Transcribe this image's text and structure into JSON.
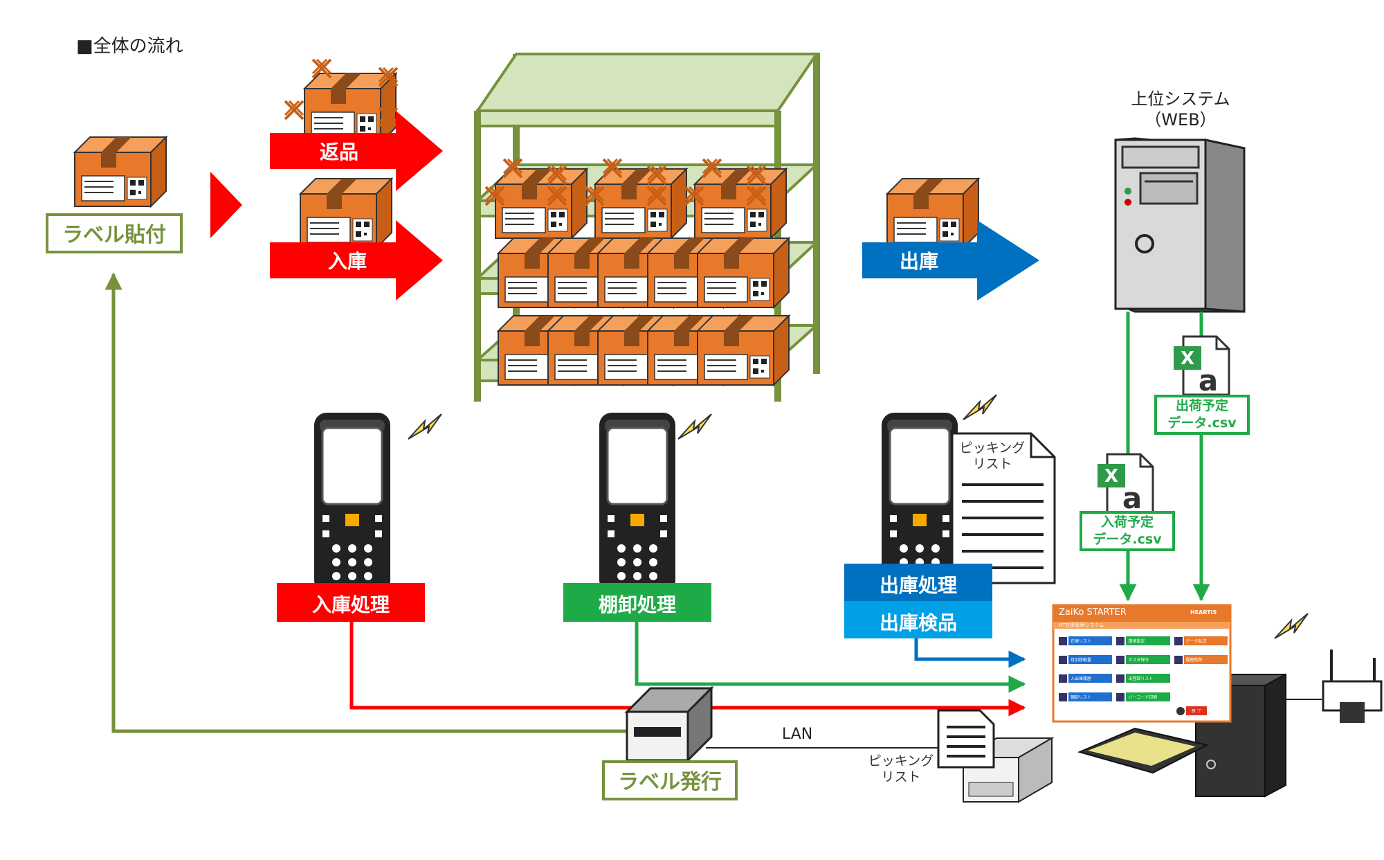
{
  "section_title": "■全体の流れ",
  "flow": {
    "label_attach": "ラベル貼付",
    "return": "返品",
    "receive": "入庫",
    "ship": "出庫",
    "label_issue": "ラベル発行",
    "lan": "LAN"
  },
  "host_system": {
    "line1": "上位システム",
    "line2": "（WEB）"
  },
  "csv": {
    "outbound_line1": "出荷予定",
    "outbound_line2": "データ.csv",
    "inbound_line1": "入荷予定",
    "inbound_line2": "データ.csv"
  },
  "handhelds": {
    "receive_proc": "入庫処理",
    "inventory_proc": "棚卸処理",
    "ship_proc": "出庫処理",
    "ship_inspect": "出庫検品"
  },
  "picking_list": {
    "line1": "ピッキング",
    "line2": "リスト"
  },
  "app": {
    "logo": "ZaiKo STARTER",
    "brand": "HEARTIS",
    "subtitle": "HT在庫管理システム",
    "menu": [
      "在庫リスト",
      "環境設定",
      "データ転送",
      "月別移動量",
      "マスタ保守",
      "履歴削除",
      "入出庫履歴",
      "未登録リスト",
      "棚卸リスト",
      "バーコード印刷"
    ],
    "exit": "終 了"
  },
  "colors": {
    "red": "#ff0000",
    "green": "#1faa48",
    "olive": "#76923c",
    "blue": "#0070c0",
    "light_blue": "#00a0e6",
    "box_orange": "#e8782a",
    "shelf_green": "#d4e4bc"
  }
}
